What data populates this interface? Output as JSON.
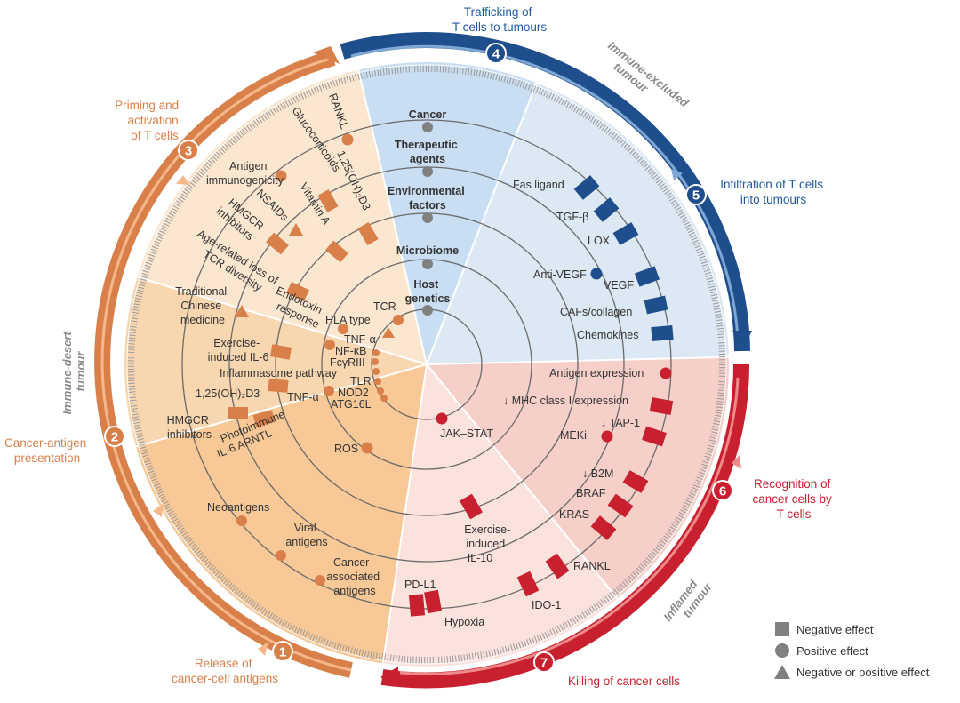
{
  "stages": [
    {
      "num": "1",
      "lines": [
        "Release of",
        "cancer-cell antigens"
      ]
    },
    {
      "num": "2",
      "lines": [
        "Cancer-antigen",
        "presentation"
      ]
    },
    {
      "num": "3",
      "lines": [
        "Priming and",
        "activation",
        "of T cells"
      ]
    },
    {
      "num": "4",
      "lines": [
        "Trafficking of",
        "T cells to tumours"
      ]
    },
    {
      "num": "5",
      "lines": [
        "Infiltration of T cells",
        "into tumours"
      ]
    },
    {
      "num": "6",
      "lines": [
        "Recognition of",
        "cancer cells by",
        "T cells"
      ]
    },
    {
      "num": "7",
      "lines": [
        "Killing of cancer cells"
      ]
    }
  ],
  "tumour_types": {
    "immune_desert": [
      "Immune-desert",
      "tumour"
    ],
    "immune_excluded": [
      "Immune-excluded",
      "tumour"
    ],
    "inflamed": [
      "Inflamed",
      "tumour"
    ]
  },
  "rings": {
    "cancer": "Cancer",
    "therapeutic": [
      "Therapeutic",
      "agents"
    ],
    "environmental": [
      "Environmental",
      "factors"
    ],
    "microbiome": "Microbiome",
    "host_genetics": [
      "Host",
      "genetics"
    ]
  },
  "factors": {
    "orange": {
      "rankl": "RANKL",
      "glucocorticoids": "Glucocorticoids",
      "vitd": "1,25(OH)₂D3",
      "vita": "Vitamin A",
      "antigen_immuno": [
        "Antigen",
        "immunogenicity"
      ],
      "nsaids": "NSAIDs",
      "hmgcr1": [
        "HMGCR",
        "inhibitors"
      ],
      "age_tcr": [
        "Age-related loss of",
        "TCR diversity"
      ],
      "tcm": [
        "Traditional",
        "Chinese",
        "medicine"
      ],
      "endotoxin": [
        "Endotoxin",
        "response"
      ],
      "hla": "HLA type",
      "tcr": "TCR",
      "tnfa1": "TNF-α",
      "nfkb": "NF-κB",
      "fcyr": "FcγRIII",
      "ex_il6": [
        "Exercise-",
        "induced IL-6"
      ],
      "inflammasome": "Inflammasome pathway",
      "tlr": "TLR",
      "vitd2": "1,25(OH)₂D3",
      "tnfa2": "TNF-α",
      "nod2": "NOD2",
      "atg16l": "ATG16L",
      "hmgcr2": [
        "HMGCR",
        "inhibitors"
      ],
      "photoimmune": "Photoimmune",
      "il6_arntl": "IL-6 ARNTL",
      "ros": "ROS",
      "neoantigens": "Neoantigens",
      "viral": [
        "Viral",
        "antigens"
      ],
      "cancer_assoc": [
        "Cancer-",
        "associated",
        "antigens"
      ]
    },
    "blue": {
      "fas": "Fas ligand",
      "tgfb": "TGF-β",
      "lox": "LOX",
      "antivegf": "Anti-VEGF",
      "vegf": "VEGF",
      "cafs": "CAFs/collagen",
      "chemokines": "Chemokines"
    },
    "red": {
      "antigen_expr": "Antigen expression",
      "mhc": "↓ MHC class I expression",
      "tap1": "↓ TAP-1",
      "meki": "MEKi",
      "b2m": "↓ B2M",
      "braf": "BRAF",
      "kras": "KRAS",
      "jakstat": "JAK–STAT",
      "ex_il10": [
        "Exercise-",
        "induced",
        "IL-10"
      ],
      "rankl": "RANKL",
      "pdl1": "PD-L1",
      "ido1": "IDO-1",
      "hypoxia": "Hypoxia"
    }
  },
  "legend": {
    "negative": "Negative effect",
    "positive": "Positive effect",
    "both": "Negative or positive effect"
  },
  "colors": {
    "orange": "#d9804a",
    "orange_stage_text": "#d9804a",
    "blue": "#1f4e8c",
    "blue_stage_text": "#1f5aa0",
    "red": "#c8202f",
    "red_stage_text": "#c8202f",
    "grey_marker": "#808080"
  }
}
